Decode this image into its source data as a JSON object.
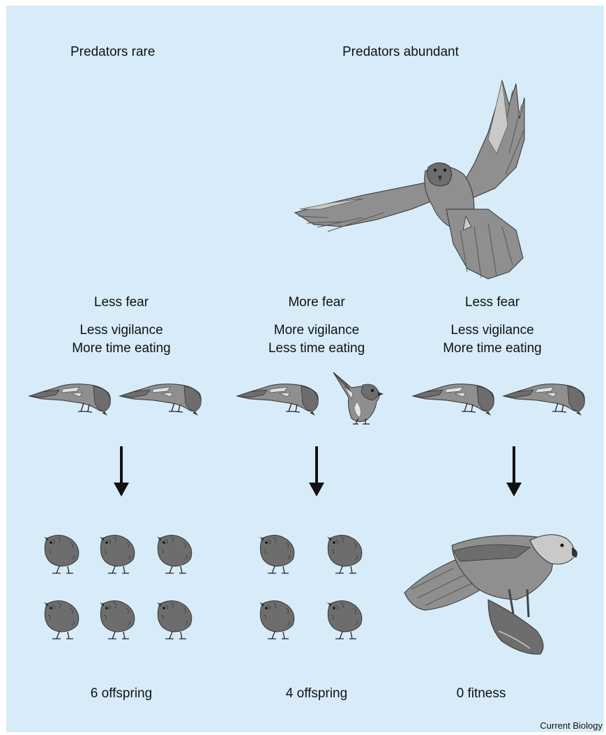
{
  "headers": {
    "predators_rare": "Predators rare",
    "predators_abundant": "Predators abundant"
  },
  "columns": [
    {
      "fear": "Less fear",
      "vigilance": "Less vigilance",
      "eating": "More time eating",
      "outcome": "6 offspring"
    },
    {
      "fear": "More fear",
      "vigilance": "More vigilance",
      "eating": "Less time eating",
      "outcome": "4 offspring"
    },
    {
      "fear": "Less fear",
      "vigilance": "Less vigilance",
      "eating": "More time eating",
      "outcome": "0 fitness"
    }
  ],
  "credit": "Current Biology",
  "colors": {
    "background": "#d7ecf8",
    "bird_dark": "#6d6d6d",
    "bird_mid": "#8f8f8f",
    "bird_light": "#c9c9c9",
    "arrow": "#111111"
  },
  "icons": {
    "flying_hawk": "flying-hawk-illustration",
    "feeding_bird": "feeding-bird-illustration",
    "alert_bird": "alert-bird-illustration",
    "chick": "chick-illustration",
    "hawk_with_prey": "hawk-with-prey-illustration"
  }
}
